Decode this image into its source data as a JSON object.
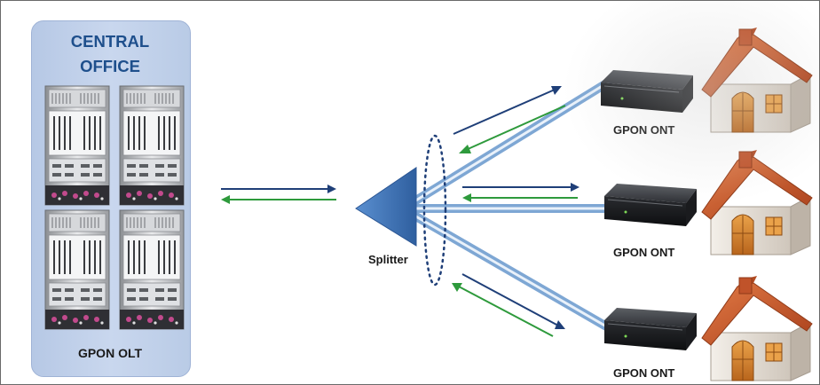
{
  "central_office": {
    "title_line1": "CENTRAL",
    "title_line2": "OFFICE",
    "olt_label": "GPON OLT"
  },
  "splitter": {
    "label": "Splitter"
  },
  "onts": [
    {
      "label": "GPON ONT"
    },
    {
      "label": "GPON ONT"
    },
    {
      "label": "GPON ONT"
    }
  ],
  "colors": {
    "office_bg": "#c2d3ec",
    "title_text": "#1e4f8c",
    "fiber": "#8fb3db",
    "downstream_arrow": "#1f3f78",
    "upstream_arrow": "#2e9a3c",
    "splitter_fill": "#3f74b8",
    "roof": "#c9582b",
    "house_wall": "#e8e2da",
    "door": "#d2862c"
  },
  "icons": {
    "olt_chassis": "olt-chassis-icon",
    "splitter": "splitter-triangle-icon",
    "ont": "ont-box-icon",
    "house": "house-icon"
  }
}
